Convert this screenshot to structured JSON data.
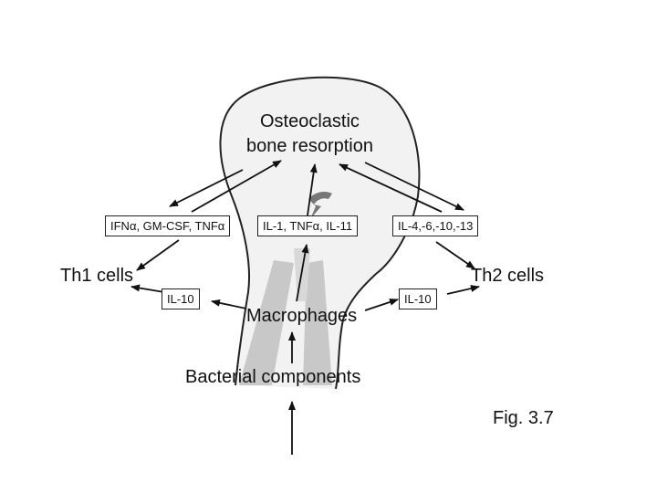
{
  "diagram": {
    "top_label_line1": "Osteoclastic",
    "top_label_line2": "bone resorption",
    "boxes": {
      "th1_cytokines": "IFNα, GM-CSF, TNFα",
      "macrophage_cytokines": "IL-1, TNFα, IL-11",
      "th2_cytokines": "IL-4,-6,-10,-13",
      "il10_left": "IL-10",
      "il10_right": "IL-10"
    },
    "th1_cells": "Th1 cells",
    "th2_cells": "Th2 cells",
    "macrophages": "Macrophages",
    "bacterial_components": "Bacterial components",
    "figure_label": "Fig. 3.7"
  }
}
